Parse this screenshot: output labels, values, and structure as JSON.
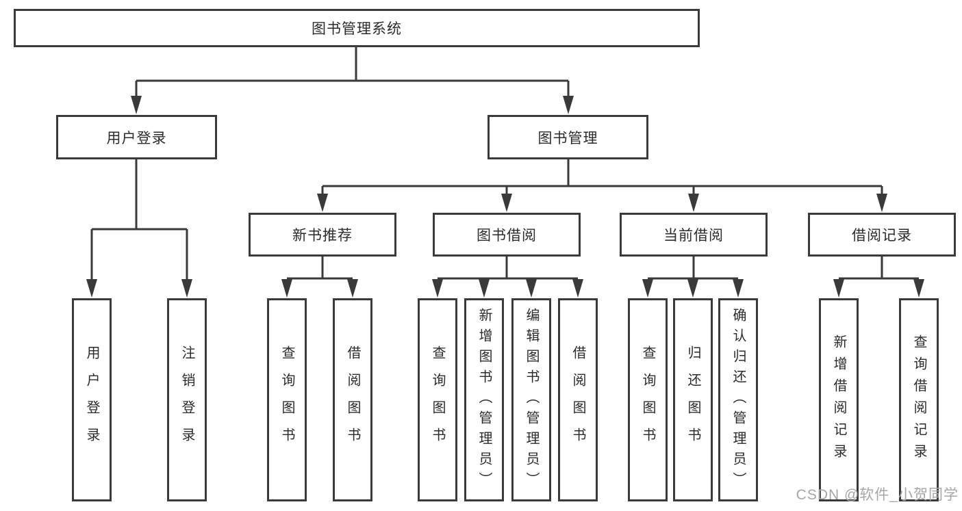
{
  "colors": {
    "line": "#3a3a3a",
    "text": "#2b2b2b",
    "watermark": "#a6a6a6",
    "bg": "#ffffff"
  },
  "watermark": {
    "text": "CSDN @软件_小贺同学"
  },
  "tree": {
    "label": "图书管理系统",
    "children": [
      {
        "label": "用户登录",
        "children": [
          {
            "label": "用户登录"
          },
          {
            "label": "注销登录"
          }
        ]
      },
      {
        "label": "图书管理",
        "children": [
          {
            "label": "新书推荐",
            "children": [
              {
                "label": "查询图书"
              },
              {
                "label": "借阅图书"
              }
            ]
          },
          {
            "label": "图书借阅",
            "children": [
              {
                "label": "查询图书"
              },
              {
                "label": "新增图书（管理员）"
              },
              {
                "label": "编辑图书（管理员）"
              },
              {
                "label": "借阅图书"
              }
            ]
          },
          {
            "label": "当前借阅",
            "children": [
              {
                "label": "查询图书"
              },
              {
                "label": "归还图书"
              },
              {
                "label": "确认归还（管理员）"
              }
            ]
          },
          {
            "label": "借阅记录",
            "children": [
              {
                "label": "新增借阅记录"
              },
              {
                "label": "查询借阅记录"
              }
            ]
          }
        ]
      }
    ]
  }
}
